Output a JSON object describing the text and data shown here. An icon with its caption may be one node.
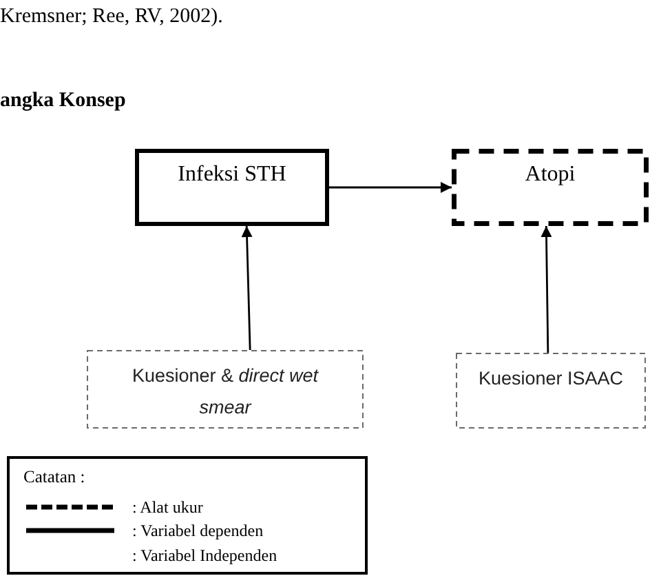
{
  "diagram": {
    "title": "angka Konsep",
    "nodes": [
      {
        "text": [
          "Infeksi STH"
        ]
      },
      {
        "text": [
          "Atopi"
        ]
      },
      {
        "text": [
          "Kuesioner & *direct wet smear*"
        ]
      },
      {
        "text": [
          "Kuesioner ISAAC"
        ]
      }
    ],
    "edges": [
      {
        "from": 0,
        "to": 1,
        "arrow": "to"
      },
      {
        "from": 2,
        "to": 0,
        "arrow": "to"
      },
      {
        "from": 3,
        "to": 1,
        "arrow": "to"
      }
    ],
    "labels": [
      "Kremsner; Ree, RV, 2002).",
      "Catatan :"
    ],
    "legend": [
      {
        "text": ": Alat ukur"
      },
      {
        "text": ": Variabel dependen"
      },
      {
        "text": ": Variabel Independen"
      }
    ]
  }
}
